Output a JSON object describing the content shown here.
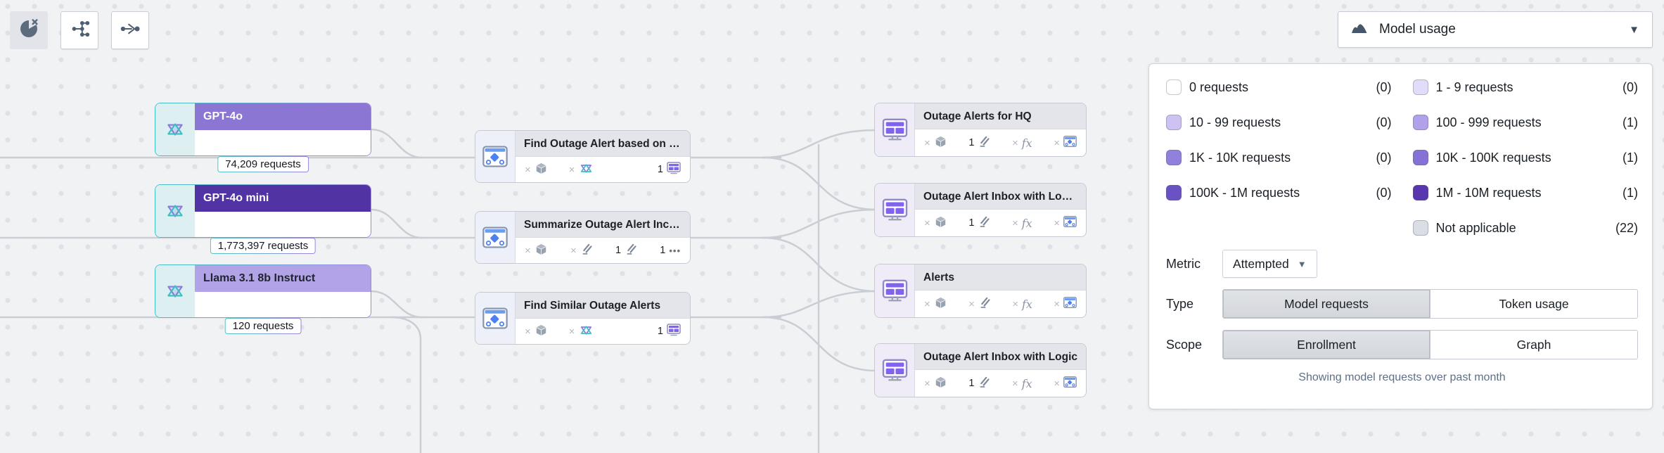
{
  "toolbar": {
    "buttons": [
      {
        "icon": "chart-pie-x-icon",
        "active": true
      },
      {
        "icon": "graph-layout-icon",
        "active": false
      },
      {
        "icon": "merge-flow-icon",
        "active": false
      }
    ]
  },
  "view_selector": {
    "label": "Model usage",
    "icon": "area-chart-icon"
  },
  "canvas": {
    "model_nodes": [
      {
        "title": "GPT-4o",
        "badge": "74,209 requests",
        "header_color": "#8b76d3",
        "title_color": "#ffffff"
      },
      {
        "title": "GPT-4o mini",
        "badge": "1,773,397 requests",
        "header_color": "#5233a4",
        "title_color": "#ffffff"
      },
      {
        "title": "Llama 3.1 8b Instruct",
        "badge": "120 requests",
        "header_color": "#b2a3e6",
        "title_color": "#1f2430"
      }
    ],
    "function_nodes": [
      {
        "title": "Find Outage Alert based on de...",
        "stats": [
          {
            "icon": "cube-icon",
            "value": "×"
          },
          {
            "icon": "model-icon",
            "value": "×"
          },
          {
            "icon": "monitor-icon",
            "value": "1"
          }
        ]
      },
      {
        "title": "Summarize Outage Alert Incid...",
        "stats": [
          {
            "icon": "cube-icon",
            "value": "×"
          },
          {
            "icon": "logic-icon",
            "value": "×"
          },
          {
            "icon": "logic-icon",
            "value": "1"
          },
          {
            "icon": "more-icon",
            "value": "1"
          }
        ]
      },
      {
        "title": "Find Similar Outage Alerts",
        "stats": [
          {
            "icon": "cube-icon",
            "value": "×"
          },
          {
            "icon": "model-icon",
            "value": "×"
          },
          {
            "icon": "monitor-icon",
            "value": "1"
          }
        ]
      }
    ],
    "app_nodes": [
      {
        "title": "Outage Alerts for HQ",
        "stats": [
          {
            "icon": "cube-icon",
            "value": "×"
          },
          {
            "icon": "logic-icon",
            "value": "1"
          },
          {
            "icon": "fx-icon",
            "value": "×"
          },
          {
            "icon": "pipeline-icon",
            "value": "×"
          }
        ]
      },
      {
        "title": "Outage Alert Inbox with Logic ...",
        "stats": [
          {
            "icon": "cube-icon",
            "value": "×"
          },
          {
            "icon": "logic-icon",
            "value": "1"
          },
          {
            "icon": "fx-icon",
            "value": "×"
          },
          {
            "icon": "pipeline-icon",
            "value": "×"
          }
        ]
      },
      {
        "title": "Alerts",
        "stats": [
          {
            "icon": "cube-icon",
            "value": "×"
          },
          {
            "icon": "logic-icon",
            "value": "×"
          },
          {
            "icon": "fx-icon",
            "value": "×"
          },
          {
            "icon": "pipeline-icon",
            "value": "×"
          }
        ]
      },
      {
        "title": "Outage Alert Inbox with Logic",
        "stats": [
          {
            "icon": "cube-icon",
            "value": "×"
          },
          {
            "icon": "logic-icon",
            "value": "1"
          },
          {
            "icon": "fx-icon",
            "value": "×"
          },
          {
            "icon": "pipeline-icon",
            "value": "×"
          }
        ]
      }
    ]
  },
  "legend": {
    "items": [
      {
        "label": "0 requests",
        "count": "(0)",
        "color": "#ffffff"
      },
      {
        "label": "1 - 9 requests",
        "count": "(0)",
        "color": "#e1dcf9"
      },
      {
        "label": "10 - 99 requests",
        "count": "(0)",
        "color": "#cdc2f2"
      },
      {
        "label": "100 - 999 requests",
        "count": "(1)",
        "color": "#b0a1e8"
      },
      {
        "label": "1K - 10K requests",
        "count": "(0)",
        "color": "#9181dc"
      },
      {
        "label": "10K - 100K requests",
        "count": "(1)",
        "color": "#8572d4"
      },
      {
        "label": "100K - 1M requests",
        "count": "(0)",
        "color": "#6a52c3"
      },
      {
        "label": "1M - 10M requests",
        "count": "(1)",
        "color": "#5736ae"
      },
      {
        "label": "Not applicable",
        "count": "(22)",
        "color": "#dadde3"
      }
    ],
    "metric": {
      "label": "Metric",
      "value": "Attempted"
    },
    "type": {
      "label": "Type",
      "options": [
        "Model requests",
        "Token usage"
      ],
      "selected": "Model requests"
    },
    "scope": {
      "label": "Scope",
      "options": [
        "Enrollment",
        "Graph"
      ],
      "selected": "Enrollment"
    },
    "footer": "Showing model requests over past month"
  }
}
